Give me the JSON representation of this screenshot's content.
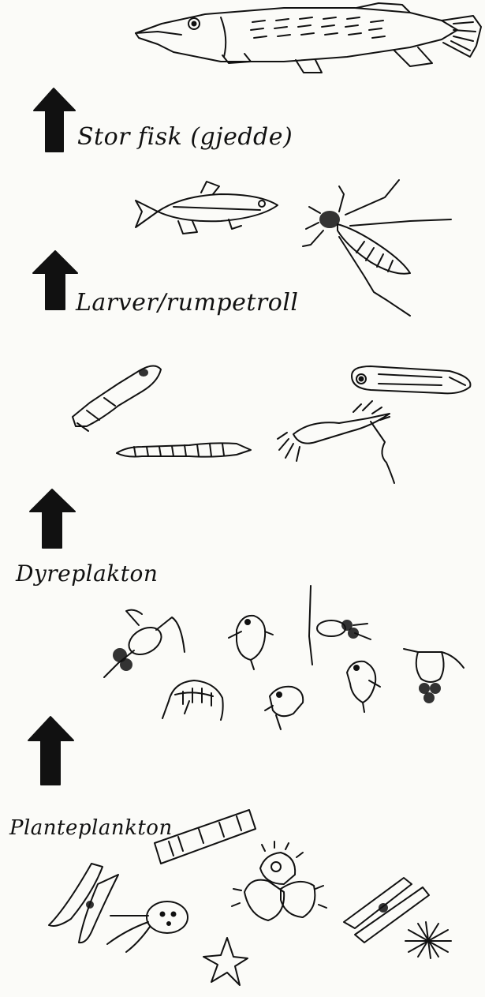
{
  "levels": {
    "top": {
      "label": "Stor fisk (gjedde)"
    },
    "larvae": {
      "label": "Larver/rumpetroll"
    },
    "zooplankton": {
      "label": "Dyreplakton"
    },
    "phytoplankton": {
      "label": "Planteplankton"
    }
  },
  "colors": {
    "ink": "#111111",
    "paper": "#fbfbf8"
  },
  "icons": [
    "pike-icon",
    "small-fish-icon",
    "water-insect-icon",
    "larva-icon",
    "tadpole-icon",
    "copepod-icon",
    "daphnia-icon",
    "amphipod-icon",
    "diatom-icon",
    "algae-colony-icon",
    "star-alga-icon",
    "up-arrow-icon"
  ]
}
